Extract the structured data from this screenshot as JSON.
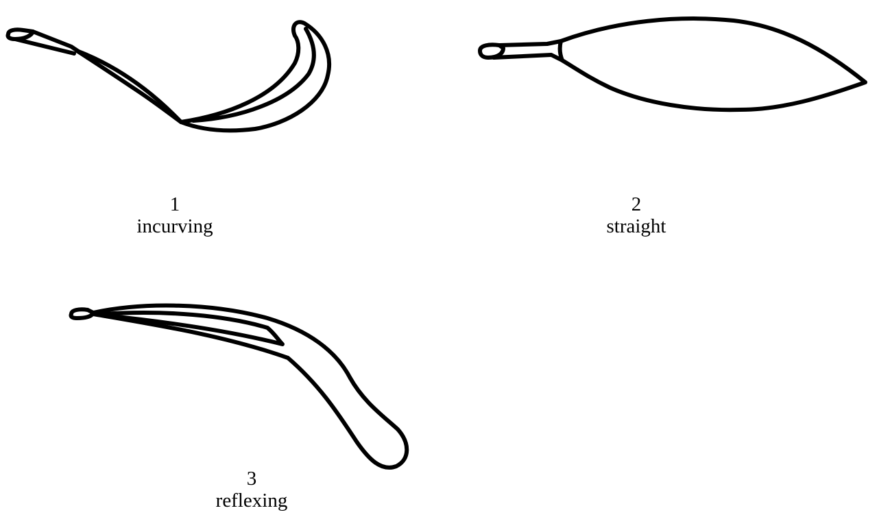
{
  "figures": [
    {
      "id": "incurving",
      "number": "1",
      "label": "incurving"
    },
    {
      "id": "straight",
      "number": "2",
      "label": "straight"
    },
    {
      "id": "reflexing",
      "number": "3",
      "label": "reflexing"
    }
  ],
  "colors": {
    "background": "#ffffff",
    "line": "#000000"
  }
}
